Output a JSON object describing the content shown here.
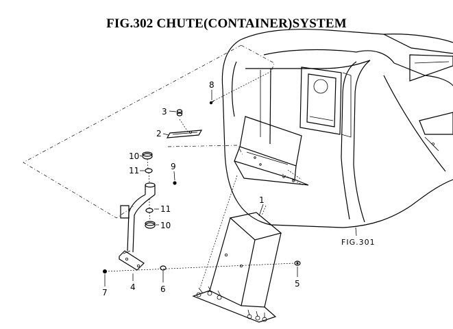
{
  "figure": {
    "title": "FIG.302  CHUTE(CONTAINER)SYSTEM",
    "reference_label": "FIG.301"
  },
  "callouts": [
    {
      "id": "1",
      "text": "1"
    },
    {
      "id": "2",
      "text": "2"
    },
    {
      "id": "3",
      "text": "3"
    },
    {
      "id": "4",
      "text": "4"
    },
    {
      "id": "5",
      "text": "5"
    },
    {
      "id": "6",
      "text": "6"
    },
    {
      "id": "7",
      "text": "7"
    },
    {
      "id": "8",
      "text": "8"
    },
    {
      "id": "9",
      "text": "9"
    },
    {
      "id": "10a",
      "text": "10"
    },
    {
      "id": "10b",
      "text": "10"
    },
    {
      "id": "11a",
      "text": "11"
    },
    {
      "id": "11b",
      "text": "11"
    }
  ]
}
